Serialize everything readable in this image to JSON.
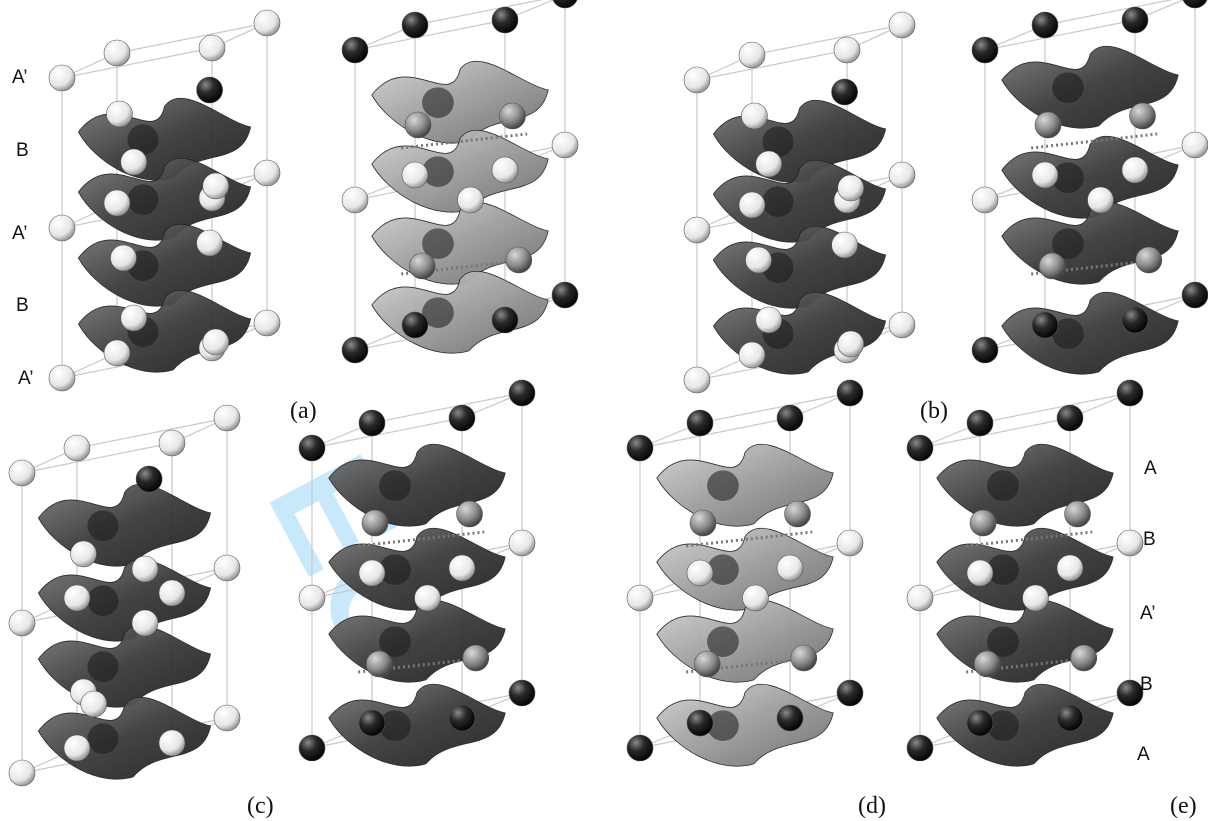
{
  "figure": {
    "panel_labels": [
      "(a)",
      "(b)",
      "(c)",
      "(d)",
      "(e)"
    ],
    "left_layer_labels": [
      "A’",
      "B",
      "A’",
      "B",
      "A’"
    ],
    "right_layer_labels": [
      "A",
      "B",
      "A’",
      "B",
      "A"
    ]
  },
  "colors": {
    "atom_white": "#f2f2f2",
    "atom_gray": "#8f8f8f",
    "atom_black": "#1e1e1e",
    "surface_dark": "#3f3f3f",
    "surface_light": "#a5a5a5",
    "cell_edge": "#c8c8c8",
    "watermark": "#bfe6fb"
  }
}
